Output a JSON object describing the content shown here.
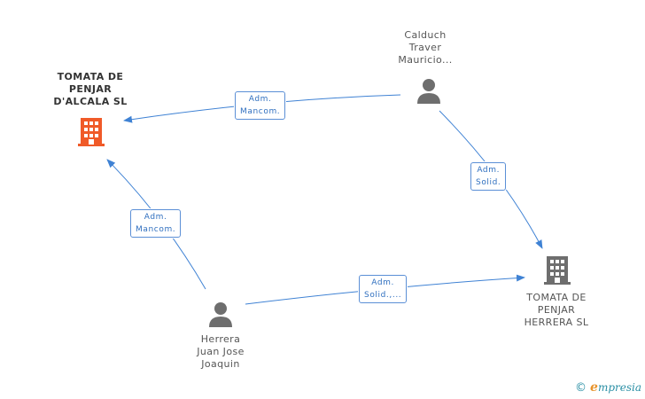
{
  "colors": {
    "edge": "#3f82d4",
    "company_main": "#f05a28",
    "company_other": "#6e6e6e",
    "person": "#6e6e6e"
  },
  "nodes": {
    "company_main": {
      "label": "TOMATA DE\nPENJAR\nD'ALCALA SL",
      "icon": "building-icon"
    },
    "person_calduch": {
      "label": "Calduch\nTraver\nMauricio...",
      "icon": "person-icon"
    },
    "company_herrera": {
      "label": "TOMATA DE\nPENJAR\nHERRERA  SL",
      "icon": "building-icon"
    },
    "person_herrera": {
      "label": "Herrera\nJuan Jose\nJoaquin",
      "icon": "person-icon"
    }
  },
  "edges": [
    {
      "from": "person_calduch",
      "to": "company_main",
      "label": "Adm.\nMancom."
    },
    {
      "from": "person_calduch",
      "to": "company_herrera",
      "label": "Adm.\nSolid."
    },
    {
      "from": "person_herrera",
      "to": "company_main",
      "label": "Adm.\nMancom."
    },
    {
      "from": "person_herrera",
      "to": "company_herrera",
      "label": "Adm.\nSolid.,..."
    }
  ],
  "footer": {
    "copyright": "©",
    "brand_initial": "e",
    "brand_rest": "mpresia"
  }
}
